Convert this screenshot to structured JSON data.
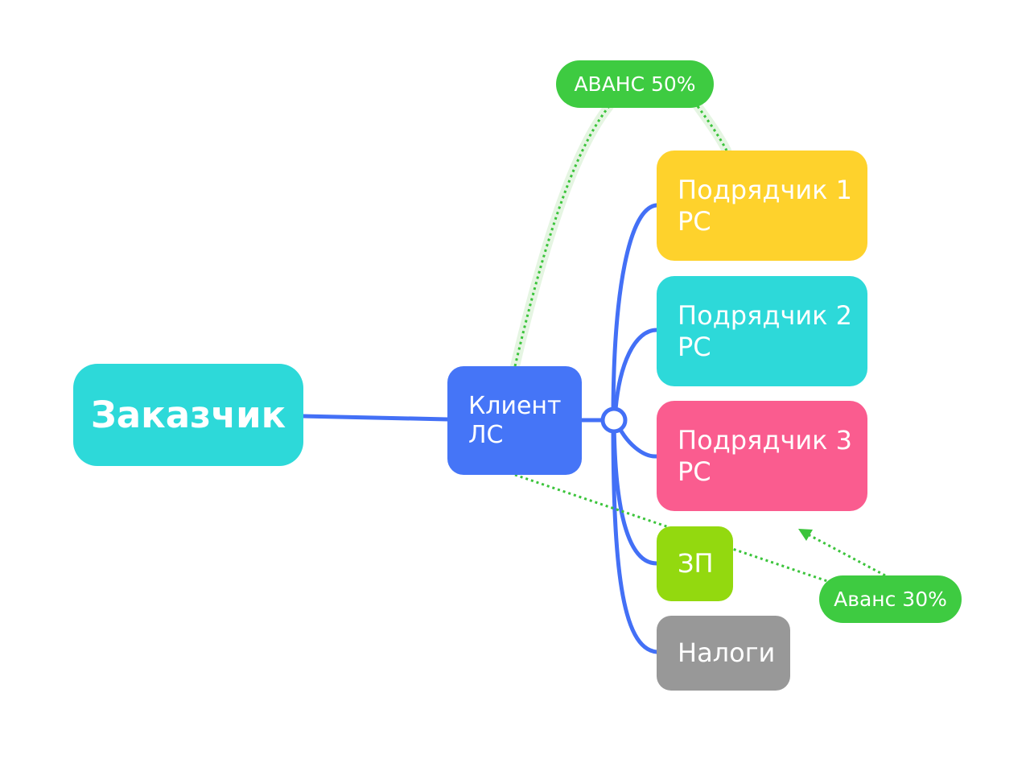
{
  "colors": {
    "connector": "#4370f6",
    "relation": "#3bc43b",
    "relation_glow": "#e5f5e2",
    "root": "#2dd9d9",
    "client": "#4575f7",
    "contractor1": "#fed22c",
    "contractor2": "#2dd9d9",
    "contractor3": "#fa5c8f",
    "zp": "#93d90f",
    "tax": "#989898",
    "label_green": "#3ecb41"
  },
  "nodes": {
    "root": "Заказчик",
    "client": "Клиент\nЛС",
    "contractor1": "Подрядчик 1\nРС",
    "contractor2": "Подрядчик 2\nРС",
    "contractor3": "Подрядчик 3\nРС",
    "zp": "ЗП",
    "tax": "Налоги"
  },
  "relations": {
    "advance_50": "АВАНС 50%",
    "advance_30": "Аванс 30%"
  }
}
